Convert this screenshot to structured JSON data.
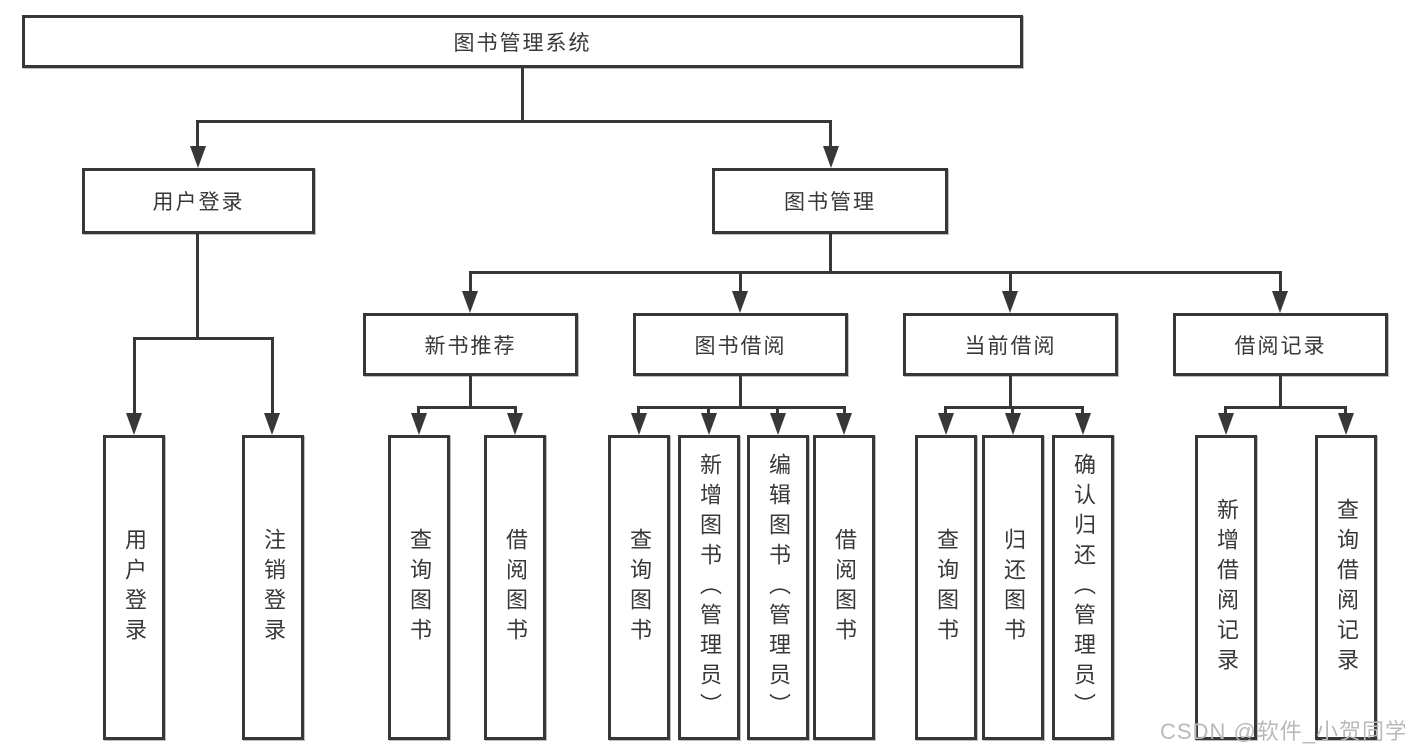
{
  "diagram": {
    "root": {
      "label": "图书管理系统"
    },
    "login_branch": {
      "label": "用户登录",
      "children": [
        {
          "label": "用户登录"
        },
        {
          "label": "注销登录"
        }
      ]
    },
    "manage_branch": {
      "label": "图书管理",
      "groups": [
        {
          "label": "新书推荐",
          "children": [
            {
              "label": "查询图书"
            },
            {
              "label": "借阅图书"
            }
          ]
        },
        {
          "label": "图书借阅",
          "children": [
            {
              "label": "查询图书"
            },
            {
              "label": "新增图书（管理员）"
            },
            {
              "label": "编辑图书（管理员）"
            },
            {
              "label": "借阅图书"
            }
          ]
        },
        {
          "label": "当前借阅",
          "children": [
            {
              "label": "查询图书"
            },
            {
              "label": "归还图书"
            },
            {
              "label": "确认归还（管理员）"
            }
          ]
        },
        {
          "label": "借阅记录",
          "children": [
            {
              "label": "新增借阅记录"
            },
            {
              "label": "查询借阅记录"
            }
          ]
        }
      ]
    },
    "watermark": "CSDN @软件_小贺同学"
  },
  "colors": {
    "line": "#373737",
    "text": "#383838",
    "watermark": "#b9b9b9",
    "background": "#ffffff"
  }
}
